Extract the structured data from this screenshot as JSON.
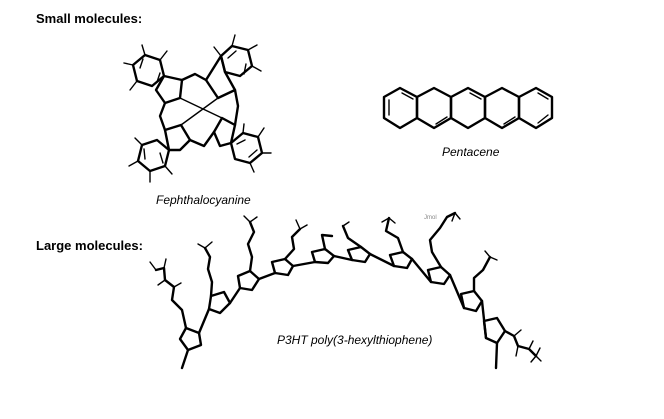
{
  "sections": {
    "small": "Small molecules:",
    "large": "Large molecules:"
  },
  "molecules": {
    "phthalocyanine": "Fephthalocyanine",
    "pentacene": "Pentacene",
    "p3ht": "P3HT poly(3-hexylthiophene)"
  },
  "watermark": "Jmol"
}
